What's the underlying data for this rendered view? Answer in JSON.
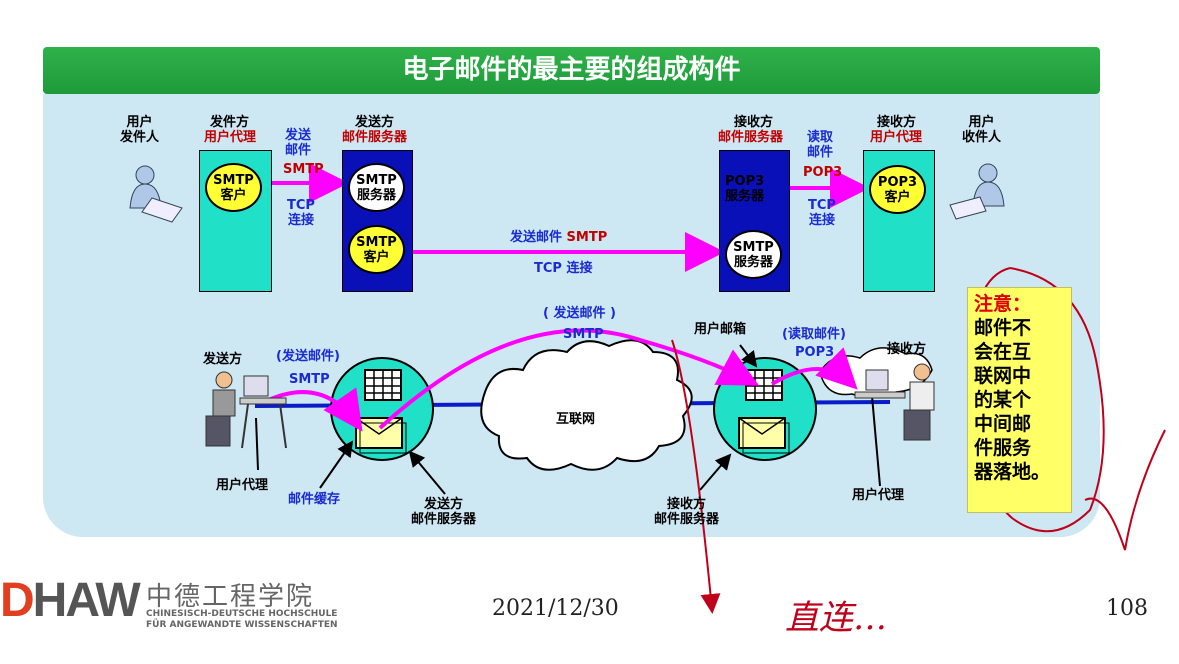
{
  "title": "电子邮件的最主要的组成构件",
  "top": {
    "sender_user": [
      "用户",
      "发件人"
    ],
    "sender_agent_line1": "发件方",
    "sender_agent_line2": "用户代理",
    "smtp_client": [
      "SMTP",
      "客户"
    ],
    "send_mail": [
      "发送",
      "邮件"
    ],
    "smtp_word": "SMTP",
    "tcp_conn": [
      "TCP",
      "连接"
    ],
    "sender_server_line1": "发送方",
    "sender_server_line2": "邮件服务器",
    "smtp_server": [
      "SMTP",
      "服务器"
    ],
    "smtp_client2": [
      "SMTP",
      "客户"
    ],
    "mid_send_label": "发送邮件",
    "mid_smtp_label": "SMTP",
    "mid_tcp_label": "TCP 连接",
    "recv_server_line1": "接收方",
    "recv_server_line2": "邮件服务器",
    "pop3_server": [
      "POP3",
      "服务器"
    ],
    "smtp_server2": [
      "SMTP",
      "服务器"
    ],
    "read_mail": [
      "读取",
      "邮件"
    ],
    "pop3_word": "POP3",
    "tcp_conn2": [
      "TCP",
      "连接"
    ],
    "recv_agent_line1": "接收方",
    "recv_agent_line2": "用户代理",
    "pop3_client": [
      "POP3",
      "客户"
    ],
    "recv_user": [
      "用户",
      "收件人"
    ]
  },
  "bottom": {
    "sender": "发送方",
    "send_paren": "(发送邮件)",
    "smtp": "SMTP",
    "user_agent_left": "用户代理",
    "mail_cache": "邮件缓存",
    "sender_server": [
      "发送方",
      "邮件服务器"
    ],
    "arc_label": "( 发送邮件 )",
    "arc_smtp": "SMTP",
    "internet": "互联网",
    "mailbox": "用户邮箱",
    "read_paren": "(读取邮件)",
    "pop3": "POP3",
    "receiver": "接收方",
    "recv_server": [
      "接收方",
      "邮件服务器"
    ],
    "user_agent_right": "用户代理"
  },
  "note": {
    "head": "注意：",
    "lines": [
      "邮件不",
      "会在互",
      "联网中",
      "的某个",
      "中间邮",
      "件服务",
      "器落地。"
    ]
  },
  "handwriting": "直连…",
  "footer": {
    "date": "2021/12/30",
    "page": "108",
    "logo": "HAW",
    "logo_cn": "中德工程学院",
    "logo_de1": "CHINESISCH-DEUTSCHE HOCHSCHULE",
    "logo_de2": "FÜR ANGEWANDTE WISSENSCHAFTEN"
  },
  "colors": {
    "title_green": "#1fa63c",
    "panel_blue": "#cde7f3",
    "cyan_box": "#20e0c8",
    "dark_blue_box": "#0a10b8",
    "magenta_arrow": "#ff00ff",
    "note_yellow": "#ffff66",
    "ink_red": "#c0001a"
  }
}
